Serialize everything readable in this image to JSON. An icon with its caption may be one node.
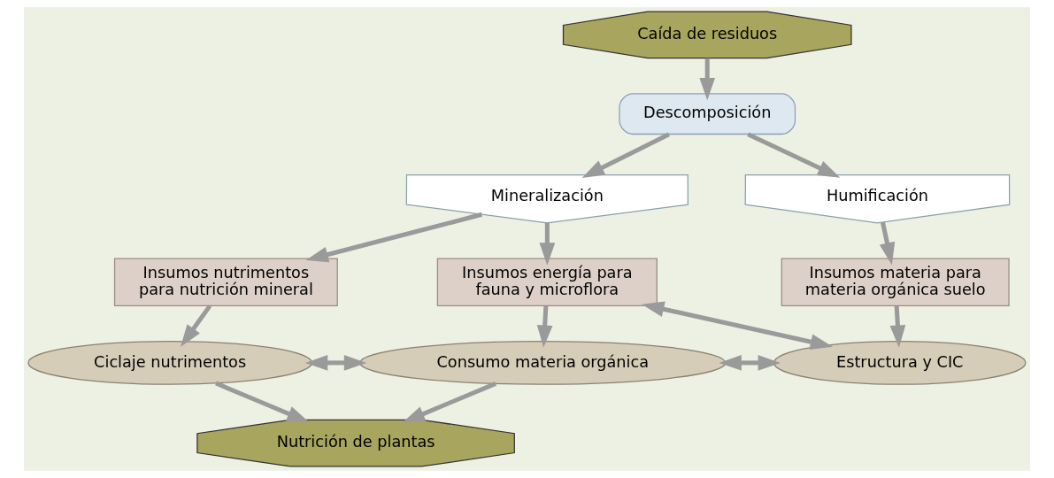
{
  "diagram": {
    "nodes": [
      {
        "text": [
          "Caída de residuos"
        ]
      },
      {
        "text": [
          "Descomposición"
        ]
      },
      {
        "text": [
          "Mineralización"
        ]
      },
      {
        "text": [
          "Humificación"
        ]
      },
      {
        "text": [
          "Insumos nutrimentos para nutrición mineral"
        ]
      },
      {
        "text": [
          "Insumos energía para fauna y microflora"
        ]
      },
      {
        "text": [
          "Insumos materia para materia orgánica suelo"
        ]
      },
      {
        "text": [
          "Ciclaje nutrimentos"
        ]
      },
      {
        "text": [
          "Consumo materia orgánica"
        ]
      },
      {
        "text": [
          "Estructura y CIC"
        ]
      },
      {
        "text": [
          "Nutrición de plantas"
        ]
      }
    ],
    "edges": [
      {
        "from": 0,
        "to": 1,
        "arrow": "to"
      },
      {
        "from": 1,
        "to": 2,
        "arrow": "to"
      },
      {
        "from": 1,
        "to": 3,
        "arrow": "to"
      },
      {
        "from": 2,
        "to": 4,
        "arrow": "to"
      },
      {
        "from": 2,
        "to": 5,
        "arrow": "to"
      },
      {
        "from": 3,
        "to": 6,
        "arrow": "to"
      },
      {
        "from": 4,
        "to": 7,
        "arrow": "to"
      },
      {
        "from": 5,
        "to": 8,
        "arrow": "to"
      },
      {
        "from": 6,
        "to": 9,
        "arrow": "to"
      },
      {
        "from": 7,
        "to": 8,
        "arrow": "both"
      },
      {
        "from": 8,
        "to": 9,
        "arrow": "both"
      },
      {
        "from": 5,
        "to": 9,
        "arrow": "both"
      },
      {
        "from": 7,
        "to": 10,
        "arrow": "to"
      },
      {
        "from": 8,
        "to": 10,
        "arrow": "to"
      }
    ]
  }
}
